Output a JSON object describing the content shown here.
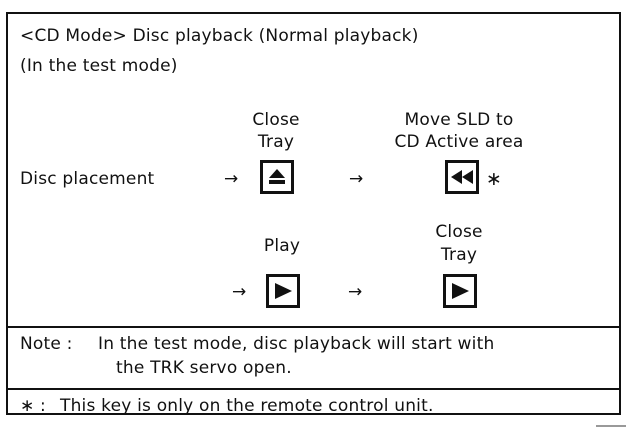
{
  "title_line": "<CD Mode> Disc playback (Normal playback)",
  "subtitle_line": "(In the test mode)",
  "row1": {
    "start_label": "Disc placement",
    "step1_label_top": "Close",
    "step1_label_bottom": "Tray",
    "step1_icon": "eject-icon",
    "step2_label_top": "Move SLD to",
    "step2_label_bottom": "CD Active area",
    "step2_icon": "rewind-icon",
    "step2_marker": "∗"
  },
  "row2": {
    "step3_label": "Play",
    "step3_icon": "play-icon",
    "step4_label_top": "Close",
    "step4_label_bottom": "Tray",
    "step4_icon": "play-icon"
  },
  "arrow_glyph": "→",
  "notes": {
    "note_prefix": "Note :",
    "note_line1": "In the test mode, disc playback will start with",
    "note_line2": "the TRK servo open.",
    "footnote_marker": "∗ :",
    "footnote_text": "This key is only on the remote control unit."
  }
}
